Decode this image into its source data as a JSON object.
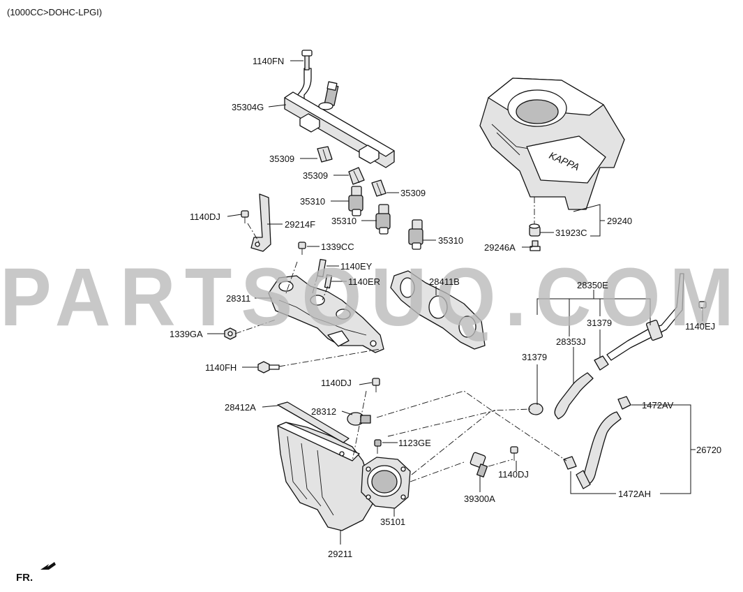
{
  "header": {
    "title": "(1000CC>DOHC-LPGI)"
  },
  "watermark": "PARTSOUQ.COM",
  "footer": {
    "fr_label": "FR."
  },
  "engine_cover_text": "KAPPA",
  "callouts": {
    "c1140FN": "1140FN",
    "c35304G": "35304G",
    "c35309a": "35309",
    "c35309b": "35309",
    "c35309c": "35309",
    "c35310a": "35310",
    "c35310b": "35310",
    "c35310c": "35310",
    "c1140DJa": "1140DJ",
    "c29214F": "29214F",
    "c1339CC": "1339CC",
    "c1140EY": "1140EY",
    "c1140ER": "1140ER",
    "c28411B": "28411B",
    "c28311": "28311",
    "c1339GA": "1339GA",
    "c1140FH": "1140FH",
    "c29240": "29240",
    "c31923C": "31923C",
    "c29246A": "29246A",
    "c28350E": "28350E",
    "c31379a": "31379",
    "c31379b": "31379",
    "c28353J": "28353J",
    "c1140EJ": "1140EJ",
    "c1140DJb": "1140DJ",
    "c28412A": "28412A",
    "c28312": "28312",
    "c1123GE": "1123GE",
    "c1472AV": "1472AV",
    "c26720": "26720",
    "c1140DJc": "1140DJ",
    "c39300A": "39300A",
    "c35101": "35101",
    "c1472AH": "1472AH",
    "c29211": "29211"
  }
}
